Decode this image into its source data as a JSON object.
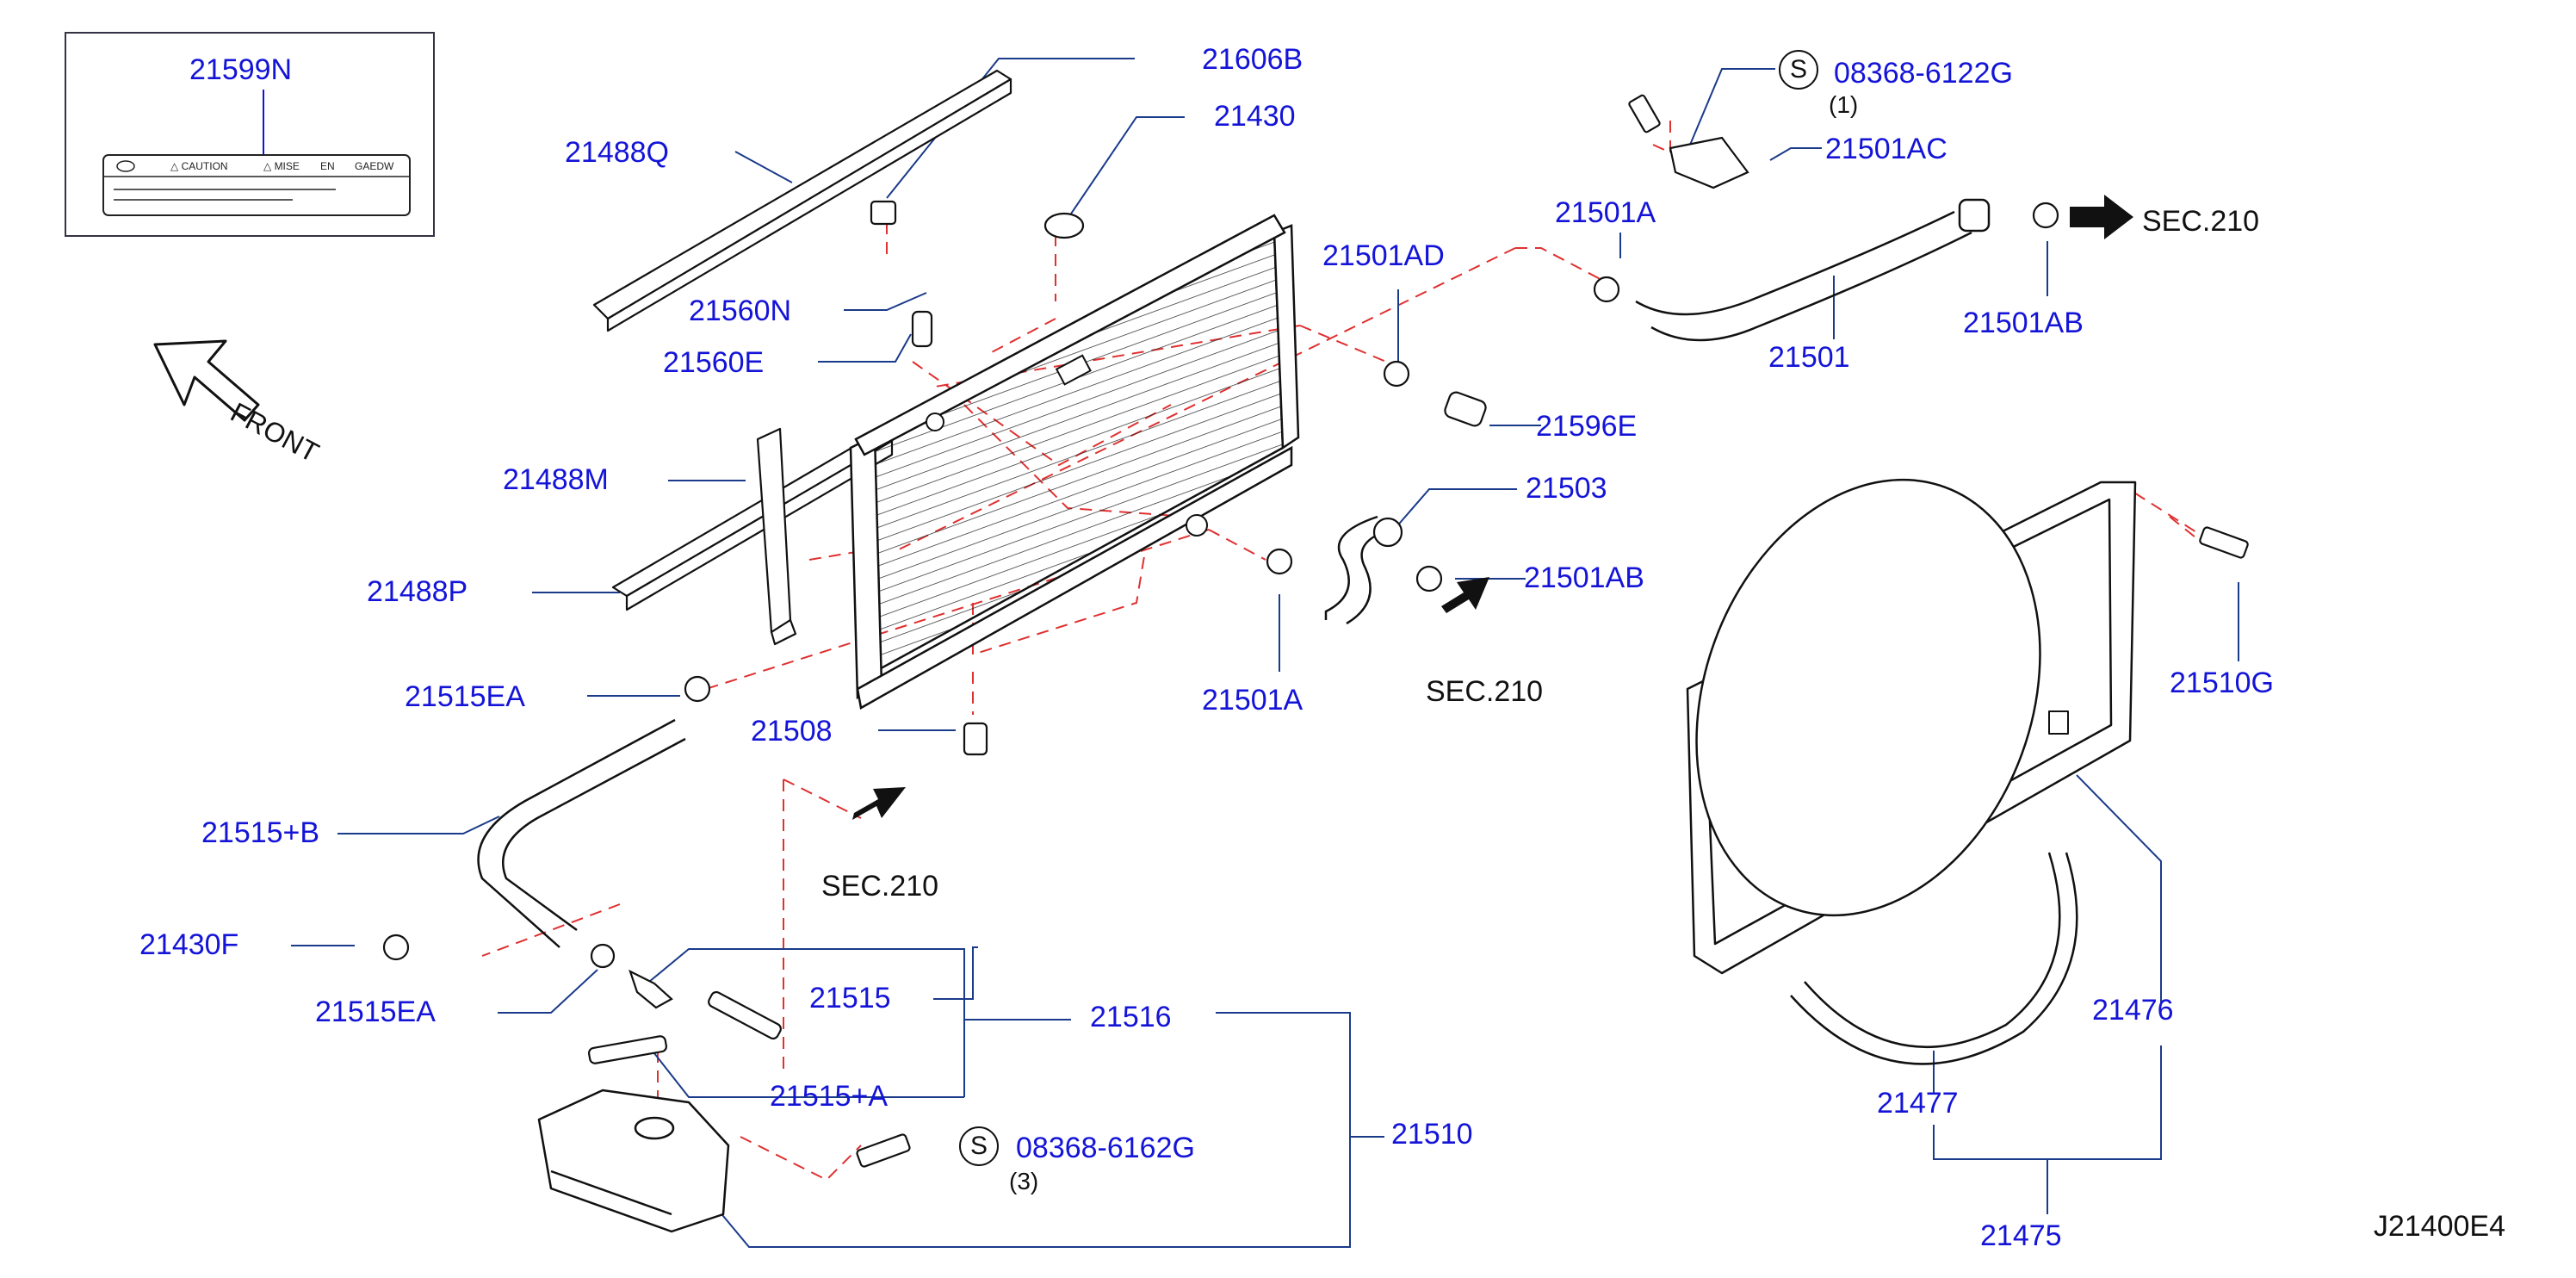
{
  "diagram_code": "J21400E4",
  "front_label": "FRONT",
  "label_inset": {
    "part": "21599N",
    "caution": "△ CAUTION",
    "mise": "△ MISE",
    "en": "EN",
    "gaedw": "GAEDW"
  },
  "parts": {
    "p21606B": "21606B",
    "p21430": "21430",
    "p21488Q": "21488Q",
    "p21560N": "21560N",
    "p21560E": "21560E",
    "p21488M": "21488M",
    "p21488P": "21488P",
    "p21515EA_top": "21515EA",
    "p21508": "21508",
    "p21515B": "21515+B",
    "p21430F": "21430F",
    "p21515EA_bot": "21515EA",
    "p21515": "21515",
    "p21516": "21516",
    "p21515A": "21515+A",
    "p21510": "21510",
    "p21501AD": "21501AD",
    "p21596E": "21596E",
    "p21503": "21503",
    "p21501AB_mid": "21501AB",
    "p21501A_mid": "21501A",
    "p21501A_top": "21501A",
    "p21501AC": "21501AC",
    "p21501": "21501",
    "p21501AB_top": "21501AB",
    "p21510G": "21510G",
    "p21476": "21476",
    "p21477": "21477",
    "p21475": "21475"
  },
  "bolts": {
    "top": {
      "symbol": "S",
      "part": "08368-6122G",
      "qty": "(1)"
    },
    "bottom": {
      "symbol": "S",
      "part": "08368-6162G",
      "qty": "(3)"
    }
  },
  "sec_refs": {
    "right": "SEC.210",
    "middle": "SEC.210",
    "lower": "SEC.210"
  }
}
